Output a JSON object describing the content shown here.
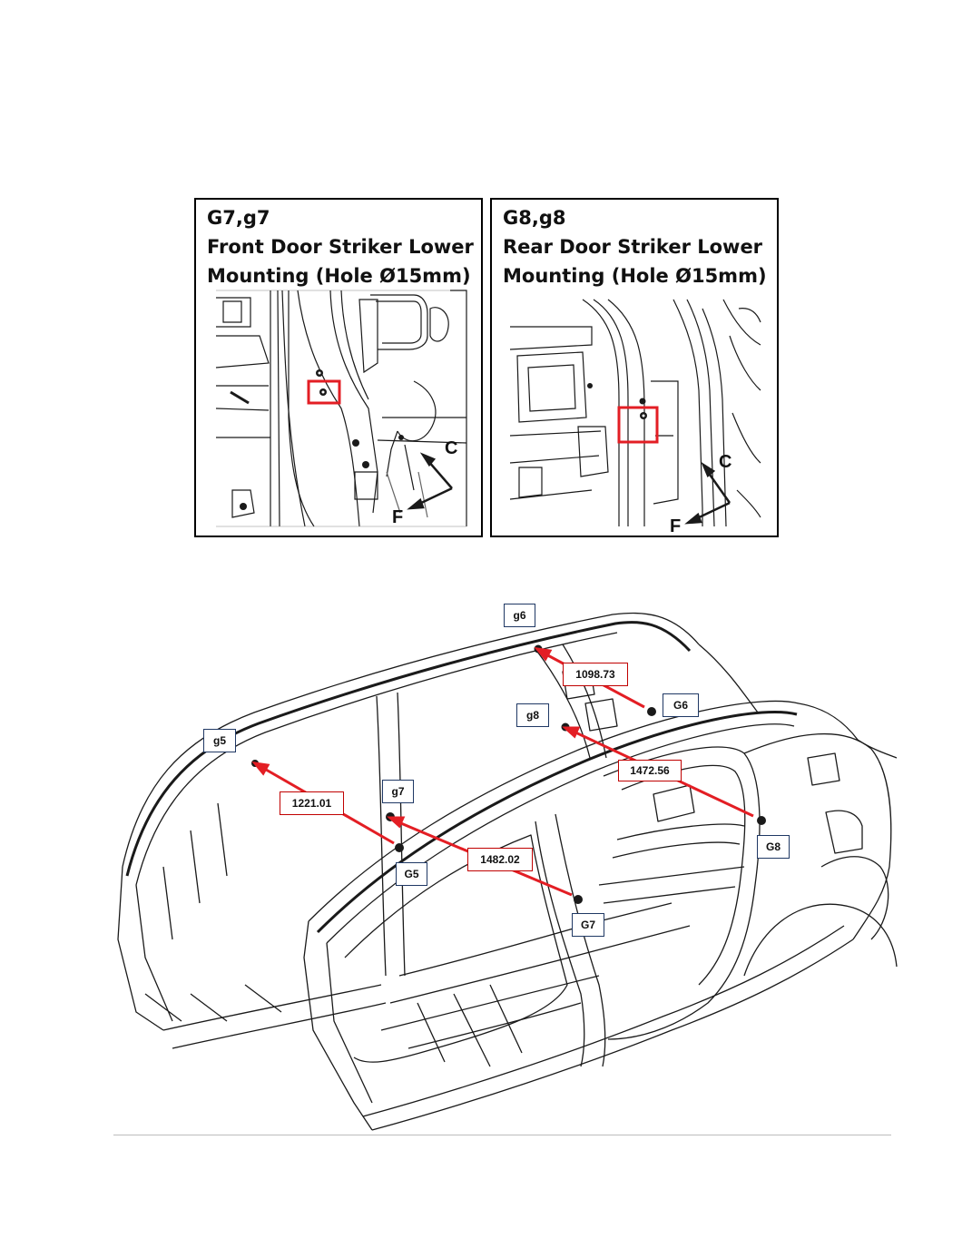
{
  "panels": [
    {
      "code": "G7,g7",
      "line1": "Front Door Striker Lower",
      "line2": "Mounting (Hole Ø15mm)",
      "dir_c": "C",
      "dir_f": "F"
    },
    {
      "code": "G8,g8",
      "line1": "Rear Door Striker Lower",
      "line2": "Mounting (Hole Ø15mm)",
      "dir_c": "C",
      "dir_f": "F"
    }
  ],
  "points": {
    "g6": "g6",
    "G6": "G6",
    "g8": "g8",
    "g5": "g5",
    "g7": "g7",
    "G5": "G5",
    "G7": "G7",
    "G8": "G8"
  },
  "dimensions": {
    "g6_G6": "1098.73",
    "g8_G8": "1472.56",
    "g5_G5": "1221.01",
    "g7_G7": "1482.02"
  },
  "colors": {
    "highlight": "#e31e24",
    "label_border": "#1f3864",
    "dimension_border": "#c00000",
    "line": "#1a1a1a"
  }
}
